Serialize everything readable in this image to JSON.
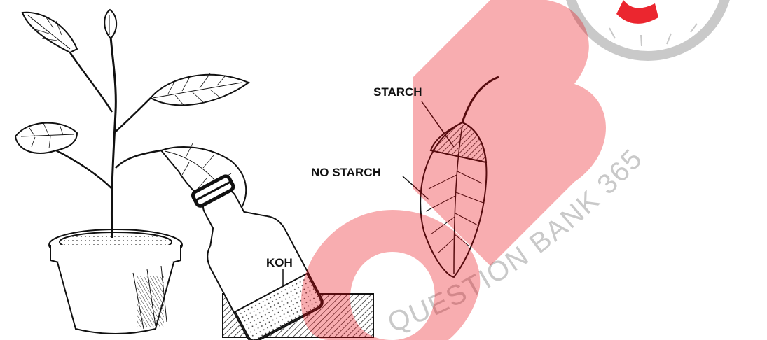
{
  "labels": {
    "starch": "STARCH",
    "no_starch": "NO STARCH",
    "koh": "KOH"
  },
  "watermark": {
    "text": "QUESTION BANK 365",
    "logo_letters": "QB",
    "logo_color": "#e8000a",
    "ring_color": "#c9c9c9"
  }
}
